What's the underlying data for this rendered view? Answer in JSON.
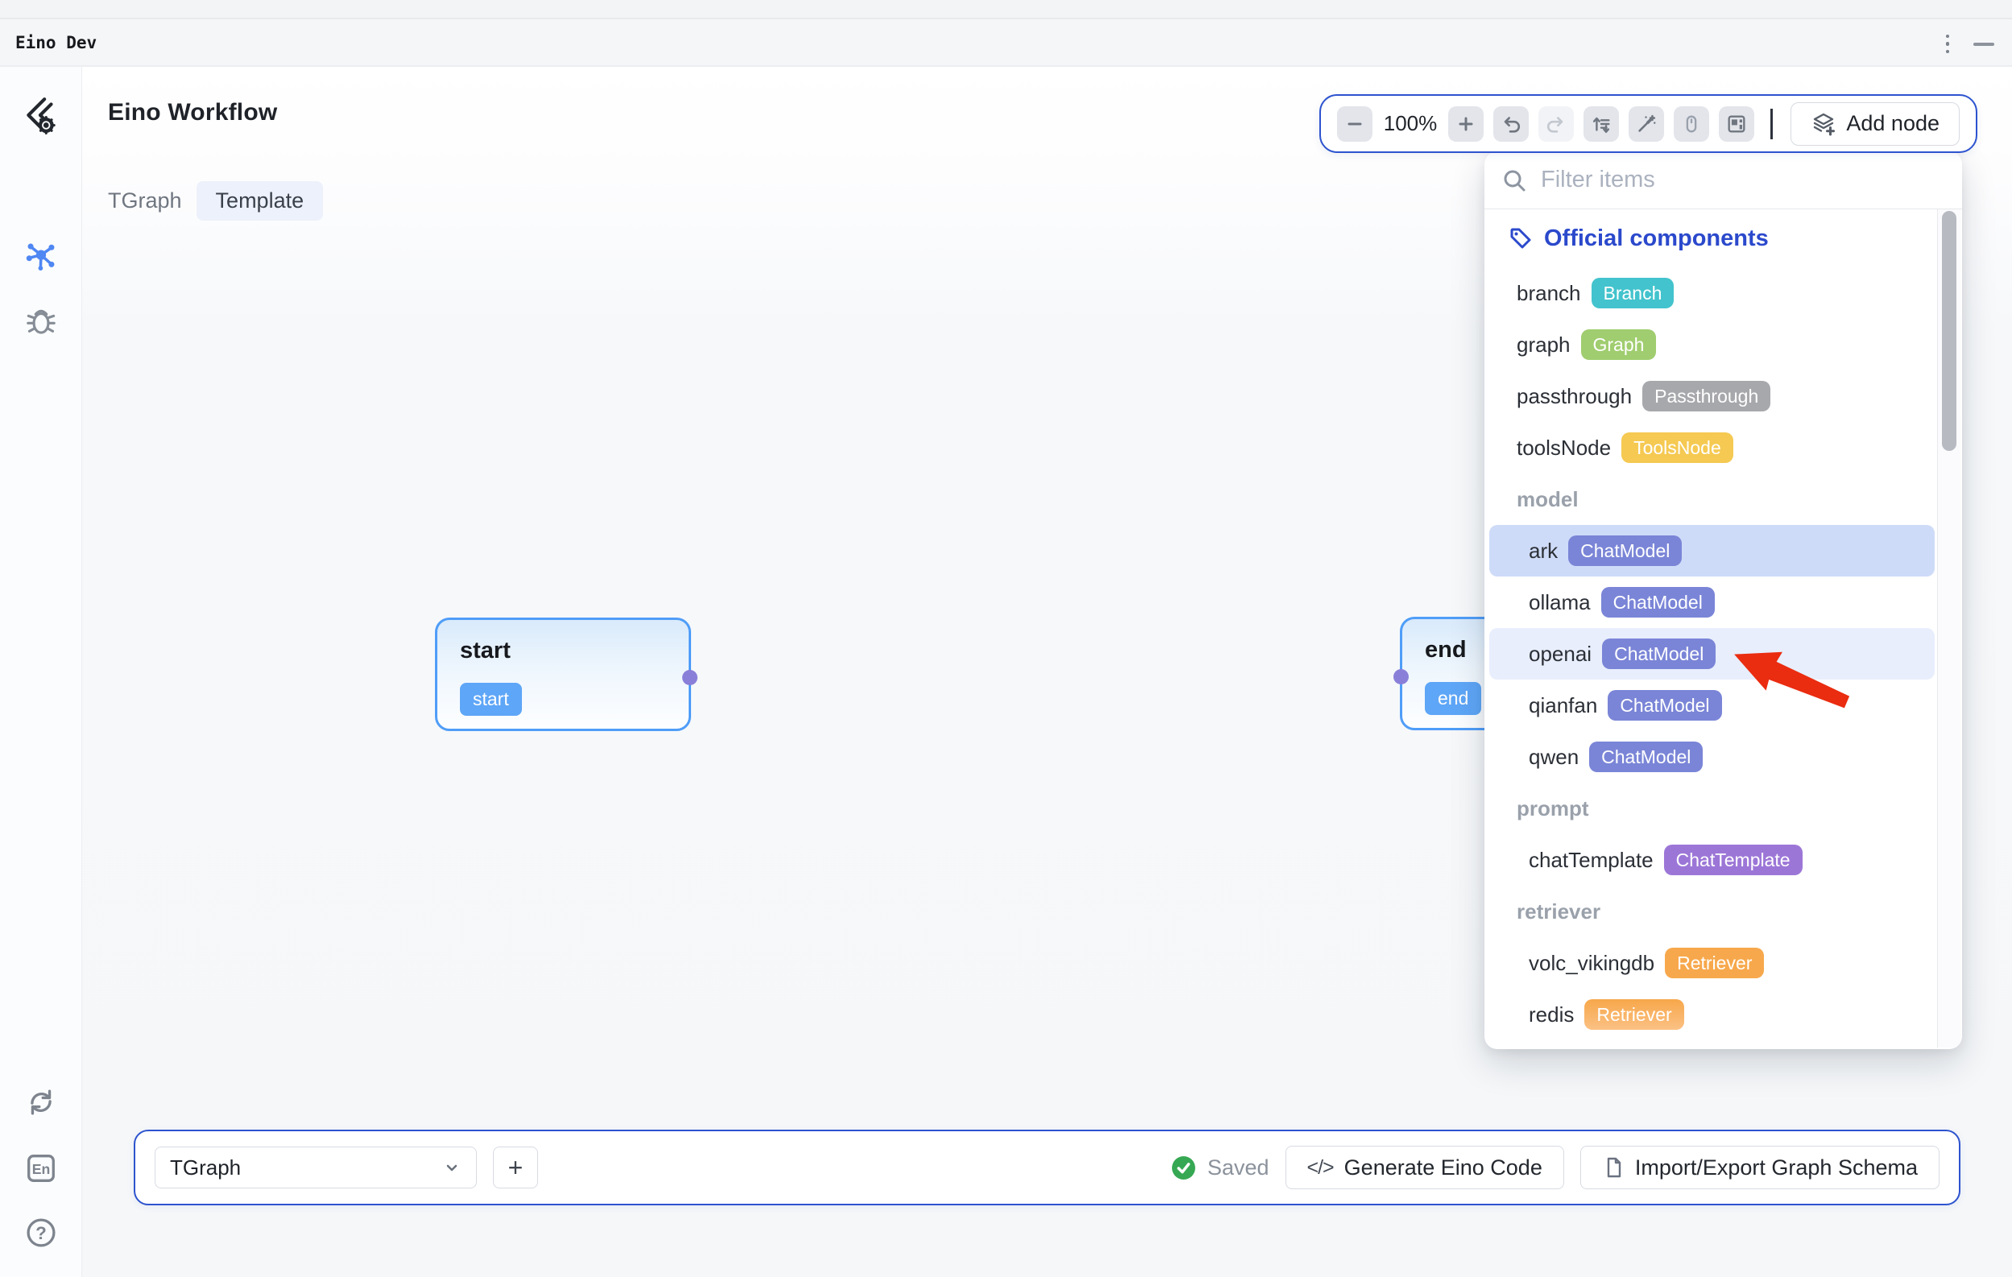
{
  "window": {
    "title": "Eino Dev"
  },
  "sidebar": {
    "language_label": "En"
  },
  "header": {
    "title": "Eino Workflow",
    "tab_tgraph": "TGraph",
    "tab_template": "Template"
  },
  "toolbar": {
    "zoom_level": "100%",
    "add_node_label": "Add node"
  },
  "panel": {
    "search_placeholder": "Filter items",
    "title": "Official components",
    "sections": {
      "model": "model",
      "prompt": "prompt",
      "retriever": "retriever"
    },
    "items": [
      {
        "name": "branch",
        "badge": "Branch",
        "color": "#42c3cd"
      },
      {
        "name": "graph",
        "badge": "Graph",
        "color": "#a0cd6f"
      },
      {
        "name": "passthrough",
        "badge": "Passthrough",
        "color": "#a7a8ac"
      },
      {
        "name": "toolsNode",
        "badge": "ToolsNode",
        "color": "#f5c952"
      },
      {
        "name": "ark",
        "badge": "ChatModel",
        "color": "#7a85d7"
      },
      {
        "name": "ollama",
        "badge": "ChatModel",
        "color": "#7a85d7"
      },
      {
        "name": "openai",
        "badge": "ChatModel",
        "color": "#7a85d7"
      },
      {
        "name": "qianfan",
        "badge": "ChatModel",
        "color": "#7a85d7"
      },
      {
        "name": "qwen",
        "badge": "ChatModel",
        "color": "#7a85d7"
      },
      {
        "name": "chatTemplate",
        "badge": "ChatTemplate",
        "color": "#9c76d7"
      },
      {
        "name": "volc_vikingdb",
        "badge": "Retriever",
        "color": "#f7a84c"
      },
      {
        "name": "redis",
        "badge": "Retriever",
        "color": "#f8ab52"
      }
    ]
  },
  "canvas": {
    "start_node": {
      "title": "start",
      "badge": "start"
    },
    "end_node": {
      "title": "end",
      "badge": "end"
    }
  },
  "footer": {
    "graph_select": "TGraph",
    "plus": "+",
    "status": "Saved",
    "generate_icon": "</>",
    "generate": "Generate Eino Code",
    "import": "Import/Export Graph Schema"
  },
  "colors": {
    "accent_blue": "#2d53cf",
    "node_border_blue": "#4f9df8",
    "node_badge_blue": "#5ea6f7",
    "port_purple": "#8a7fd8",
    "highlight_strong": "#cedbf8",
    "highlight_soft": "#e8eefc",
    "arrow_red": "#ea2c10",
    "saved_green": "#36a853",
    "official_header_blue": "#2b49cc"
  }
}
